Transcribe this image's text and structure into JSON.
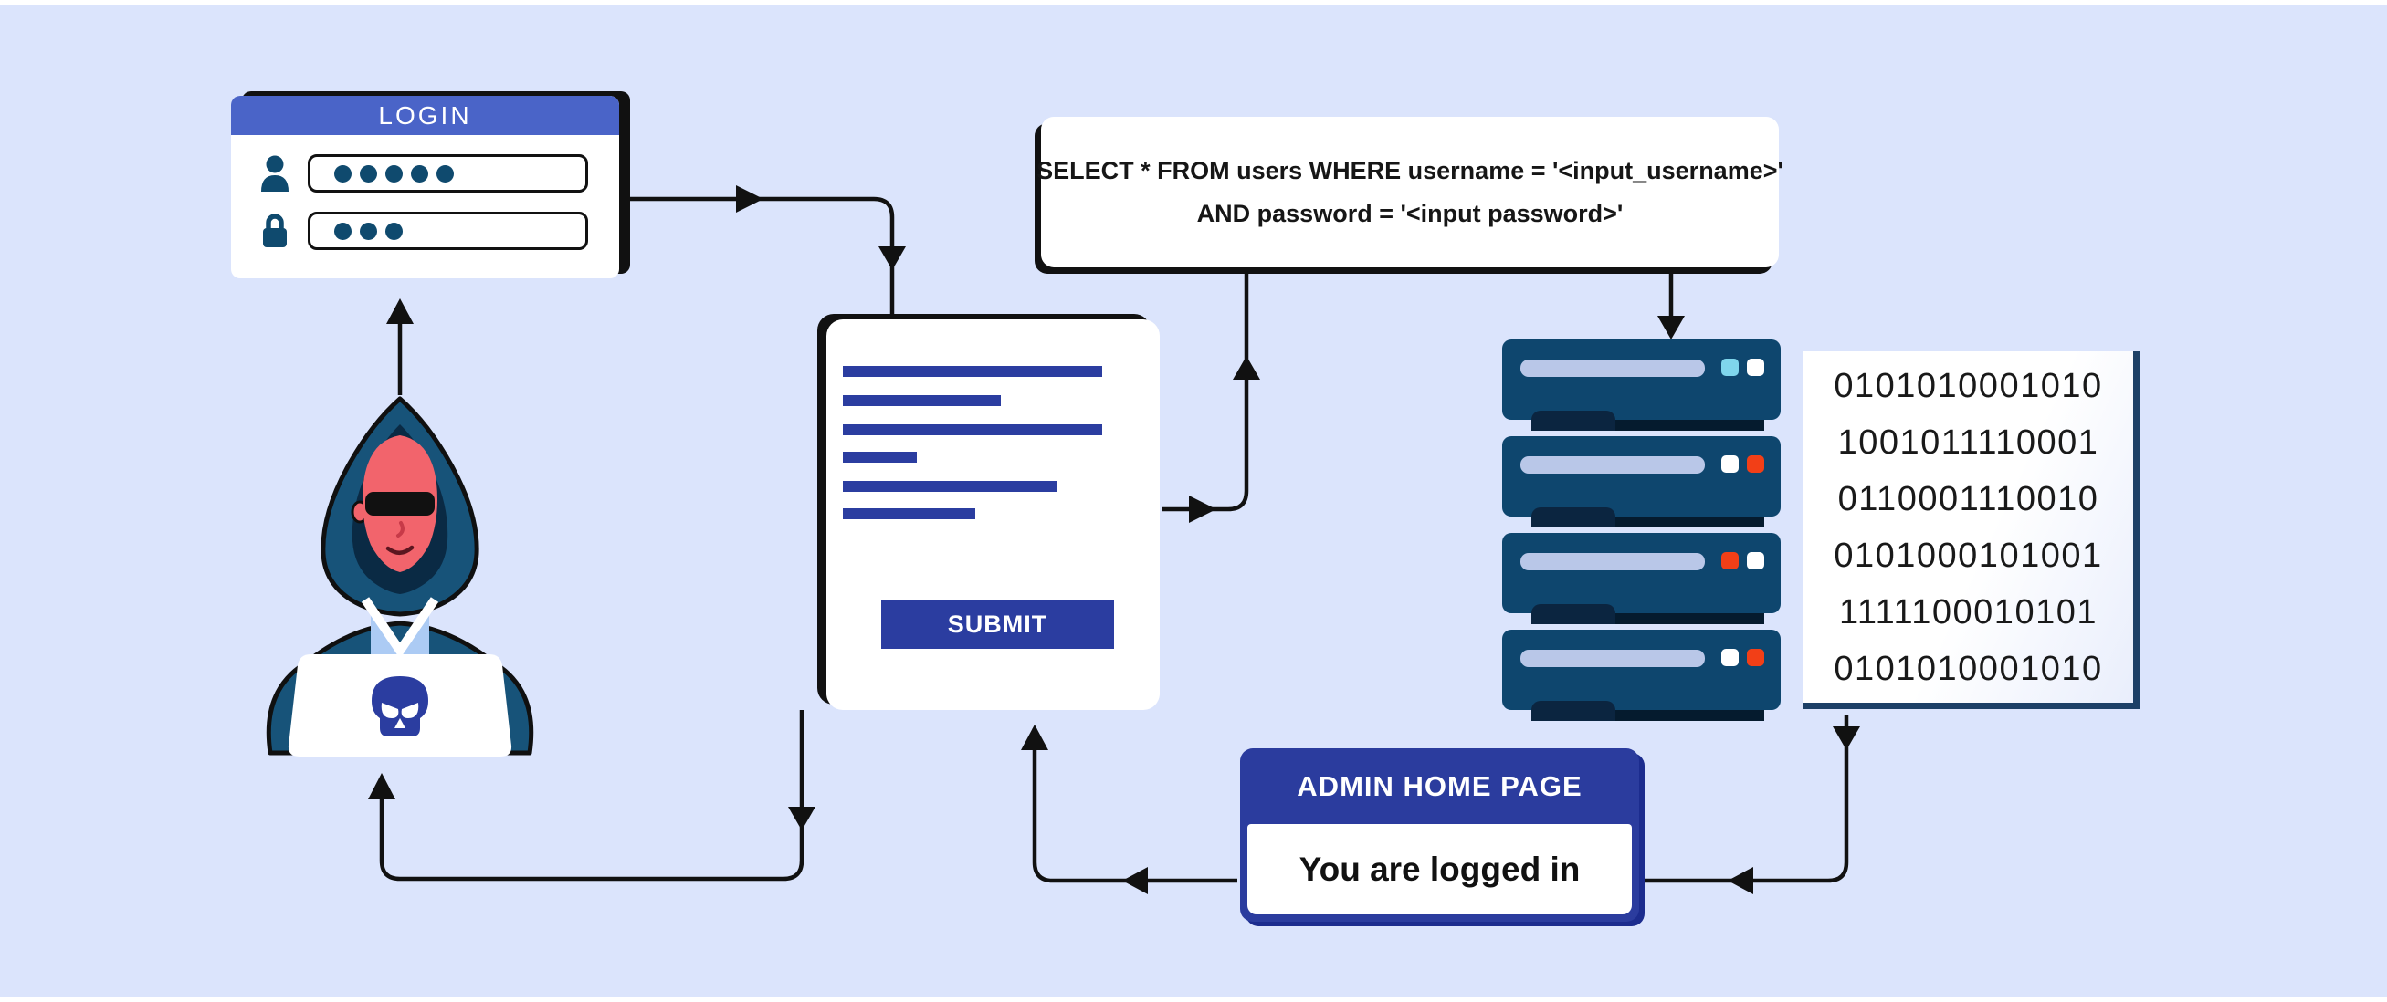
{
  "colors": {
    "background": "#dbe4fc",
    "accent_blue": "#2b3da0",
    "login_header_blue": "#4a64c8",
    "navy_icon": "#0f4a6e",
    "server_body": "#0e466e",
    "server_slot": "#b9c7e8",
    "outline_black": "#111111",
    "led": {
      "cyan": "#7fd6ec",
      "white": "#ffffff",
      "red": "#f23f17"
    }
  },
  "login_window": {
    "title": "LOGIN",
    "username_dots": 5,
    "password_dots": 3
  },
  "sql_box": {
    "line1": "SELECT * FROM users WHERE username = '<input_username>'",
    "line2": "AND password = '<input password>'"
  },
  "form": {
    "submit_label": "SUBMIT"
  },
  "admin_panel": {
    "title": "ADMIN HOME PAGE",
    "message": "You are logged in"
  },
  "binary_panel": {
    "rows": [
      "0101010001010",
      "1001011110001",
      "0110001110010",
      "0101000101001",
      "1111100010101",
      "0101010001010"
    ]
  },
  "server": {
    "units": [
      {
        "leds": [
          "cyan",
          "white"
        ]
      },
      {
        "leds": [
          "white",
          "red"
        ]
      },
      {
        "leds": [
          "red",
          "white"
        ]
      },
      {
        "leds": [
          "white",
          "red"
        ]
      }
    ]
  }
}
